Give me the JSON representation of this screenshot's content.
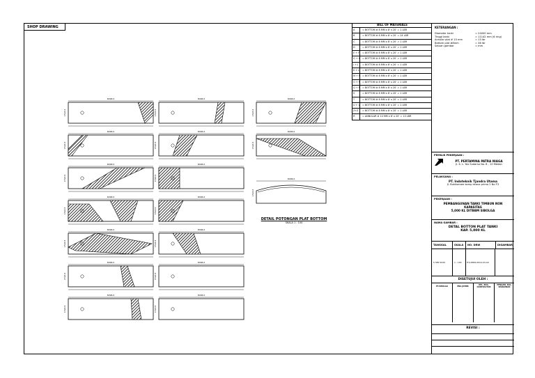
{
  "sheet_tag": "SHOP DRAWING",
  "bom": {
    "title": "BILL OF MATERIALS",
    "rows": [
      {
        "id": "A",
        "desc": "= BOTTOM  # 8 MM x 8' x 20'    = 1 LBR"
      },
      {
        "id": "B",
        "desc": "= BOTTOM  # 8 MM x 8' x 20'    = 24 LBR"
      },
      {
        "id": "C",
        "desc": "= BOTTOM  # 8 MM x 8' x 20'    = 1 LBR"
      },
      {
        "id": "D",
        "desc": "= BOTTOM  # 8 MM x 8' x 20'    = 1 LBR"
      },
      {
        "id": "E + F",
        "desc": "= BOTTOM  # 8 MM x 8' x 20'    = 1 LBR"
      },
      {
        "id": "G + H",
        "desc": "= BOTTOM  # 8 MM x 8' x 20'    = 1 LBR"
      },
      {
        "id": "I + J",
        "desc": "= BOTTOM  # 8 MM x 8' x 20'    = 1 LBR"
      },
      {
        "id": "K + L",
        "desc": "= BOTTOM  # 8 MM x 8' x 20'    = 1 LBR"
      },
      {
        "id": "M + N",
        "desc": "= BOTTOM  # 8 MM x 8' x 20'    = 1 LBR"
      },
      {
        "id": "O + P",
        "desc": "= BOTTOM  # 8 MM x 8' x 20'    = 1 LBR"
      },
      {
        "id": "Q + R",
        "desc": "= BOTTOM  # 8 MM x 8' x 20'    = 1 LBR"
      },
      {
        "id": "S",
        "desc": "= BOTTOM  # 8 MM x 8' x 20'    = 1 LBR"
      },
      {
        "id": "T",
        "desc": "= BOTTOM  # 8 MM x 8' x 20'    = 1 LBR"
      },
      {
        "id": "U + V",
        "desc": "= BOTTOM  # 8 MM x 8' x 20'    = 1 LBR"
      },
      {
        "id": "Z+Z",
        "desc": "= BOTTOM  # 8 MM x 8' x 20'    = 1 LBR"
      },
      {
        "id": "R",
        "desc": "= ANNULAR  # 10 MM x 8' x 20'  = 13 LBR"
      }
    ]
  },
  "keterangan": {
    "title": "KETERANGAN :",
    "lines": [
      {
        "k": "Diameter tanki",
        "v": "= 24000 mm"
      },
      {
        "k": "Tinggi tanki",
        "v": "= 11142 mm (6 ring)"
      },
      {
        "k": "Annular plat # 10 mm",
        "v": "= 13 lbr"
      },
      {
        "k": "Bottom plat #8mm",
        "v": "= 36 lbr"
      },
      {
        "k": "Satuan gambar",
        "v": "= mm"
      }
    ]
  },
  "owner": {
    "label": "PEMILIK PEKERJAAN :",
    "name": "PT. PERTAMINA PATRA NIAGA",
    "addr": "Jl. K. L. Yos Sudarso No. 8 - 10 Medan"
  },
  "contractor": {
    "label": "PELAKSANA :",
    "name": "PT. Indoteknik Tjandra Utama",
    "addr": "Jl. Bukitsenee komp istana prima 2 No F3"
  },
  "project": {
    "label": "PEKERJAAN :",
    "line1": "PEMBANGUNAN TANKI TIMBUN NON",
    "line2": "KAPASITAS",
    "line3": "5,000 KL DITBBM SIBOLGA"
  },
  "drawing": {
    "label": "NAMA GAMBAR :",
    "line1": "DETAL BOTTON PLAT TANKI",
    "line2": "KAP. 5,000 KL"
  },
  "meta": {
    "h_date": "TANGGAL",
    "h_scale": "SKALA",
    "h_no": "NO. DRW",
    "h_drawn": "DIGAMBAR",
    "date": "5 SEP 2020",
    "scale": "1 : 100",
    "no": "ITU-DRW-0010-03-A0",
    "drawn": ""
  },
  "approved": {
    "title": "DISETUJUI OLEH :",
    "c1": "PT.SIHOLGA",
    "c2": "ENG JOHNS",
    "c3": "KPL. BAG. CONTRACTOR",
    "c4": "PENGAW. DAL. BANGUNAN"
  },
  "revisi": "REVISI :",
  "detail": {
    "title": "DETAIL POTONGAN PLAT BOTTOM",
    "scale": "SKALA 1 : 100",
    "dim_top": "6096.0",
    "dim_left": "1524.0"
  },
  "dims": {
    "w": "6096.0",
    "h": "1524.0"
  }
}
